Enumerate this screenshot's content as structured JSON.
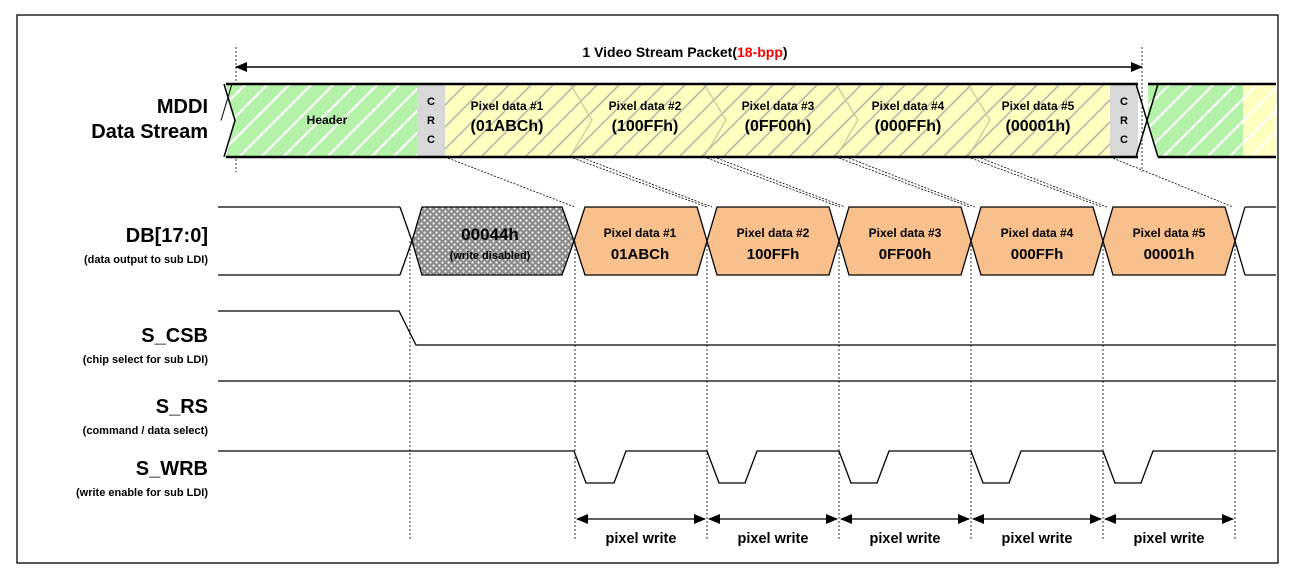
{
  "packet_label": {
    "prefix": "1 Video Stream Packet(",
    "highlight": "18-bpp",
    "suffix": ")",
    "highlight_color": "#ff0000"
  },
  "signals": {
    "mddi": {
      "line1": "MDDI",
      "line2": "Data Stream"
    },
    "db": {
      "name": "DB[17:0]",
      "desc": "(data output to sub LDI)"
    },
    "s_csb": {
      "name": "S_CSB",
      "desc": "(chip select for sub LDI)"
    },
    "s_rs": {
      "name": "S_RS",
      "desc": "(command / data select)"
    },
    "s_wrb": {
      "name": "S_WRB",
      "desc": "(write enable for sub LDI)"
    }
  },
  "stream": {
    "header": "Header",
    "crc": [
      "C",
      "R",
      "C"
    ],
    "pixels": [
      {
        "title": "Pixel data #1",
        "value": "(01ABCh)"
      },
      {
        "title": "Pixel data #2",
        "value": "(100FFh)"
      },
      {
        "title": "Pixel data #3",
        "value": "(0FF00h)"
      },
      {
        "title": "Pixel data #4",
        "value": "(000FFh)"
      },
      {
        "title": "Pixel data #5",
        "value": "(00001h)"
      }
    ]
  },
  "db_bus": {
    "disabled": {
      "value": "00044h",
      "note": "(write disabled)"
    },
    "pixels": [
      {
        "title": "Pixel data #1",
        "value": "01ABCh"
      },
      {
        "title": "Pixel data #2",
        "value": "100FFh"
      },
      {
        "title": "Pixel data #3",
        "value": "0FF00h"
      },
      {
        "title": "Pixel data #4",
        "value": "000FFh"
      },
      {
        "title": "Pixel data #5",
        "value": "00001h"
      }
    ]
  },
  "pixel_write_label": "pixel write",
  "colors": {
    "header_green": "#b3f2a8",
    "payload_yellow": "#ffffc0",
    "crc_gray": "#d8d8d8",
    "pixel_orange": "#f8c08c",
    "disabled_gray": "#8c8c8c"
  }
}
